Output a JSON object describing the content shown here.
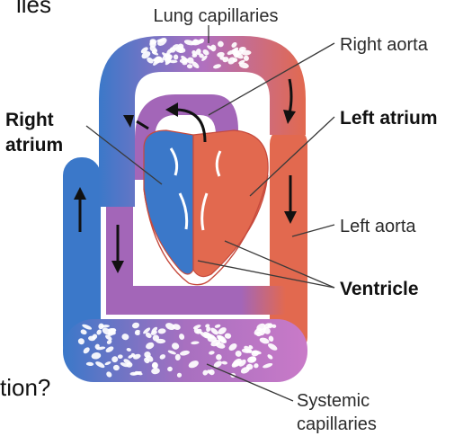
{
  "fragments": {
    "top_left": "lles",
    "bottom_left": "tion?"
  },
  "labels": {
    "lung_capillaries": "Lung capillaries",
    "right_aorta": "Right aorta",
    "right_atrium_line1": "Right",
    "right_atrium_line2": "atrium",
    "left_atrium": "Left atrium",
    "left_aorta": "Left aorta",
    "ventricle": "Ventricle",
    "systemic_line1": "Systemic",
    "systemic_line2": "capillaries"
  },
  "colors": {
    "deoxygenated": "#3b78c9",
    "mixed": "#a366b8",
    "oxygenated": "#e2694f",
    "capillary_cell": "#ffffff"
  }
}
